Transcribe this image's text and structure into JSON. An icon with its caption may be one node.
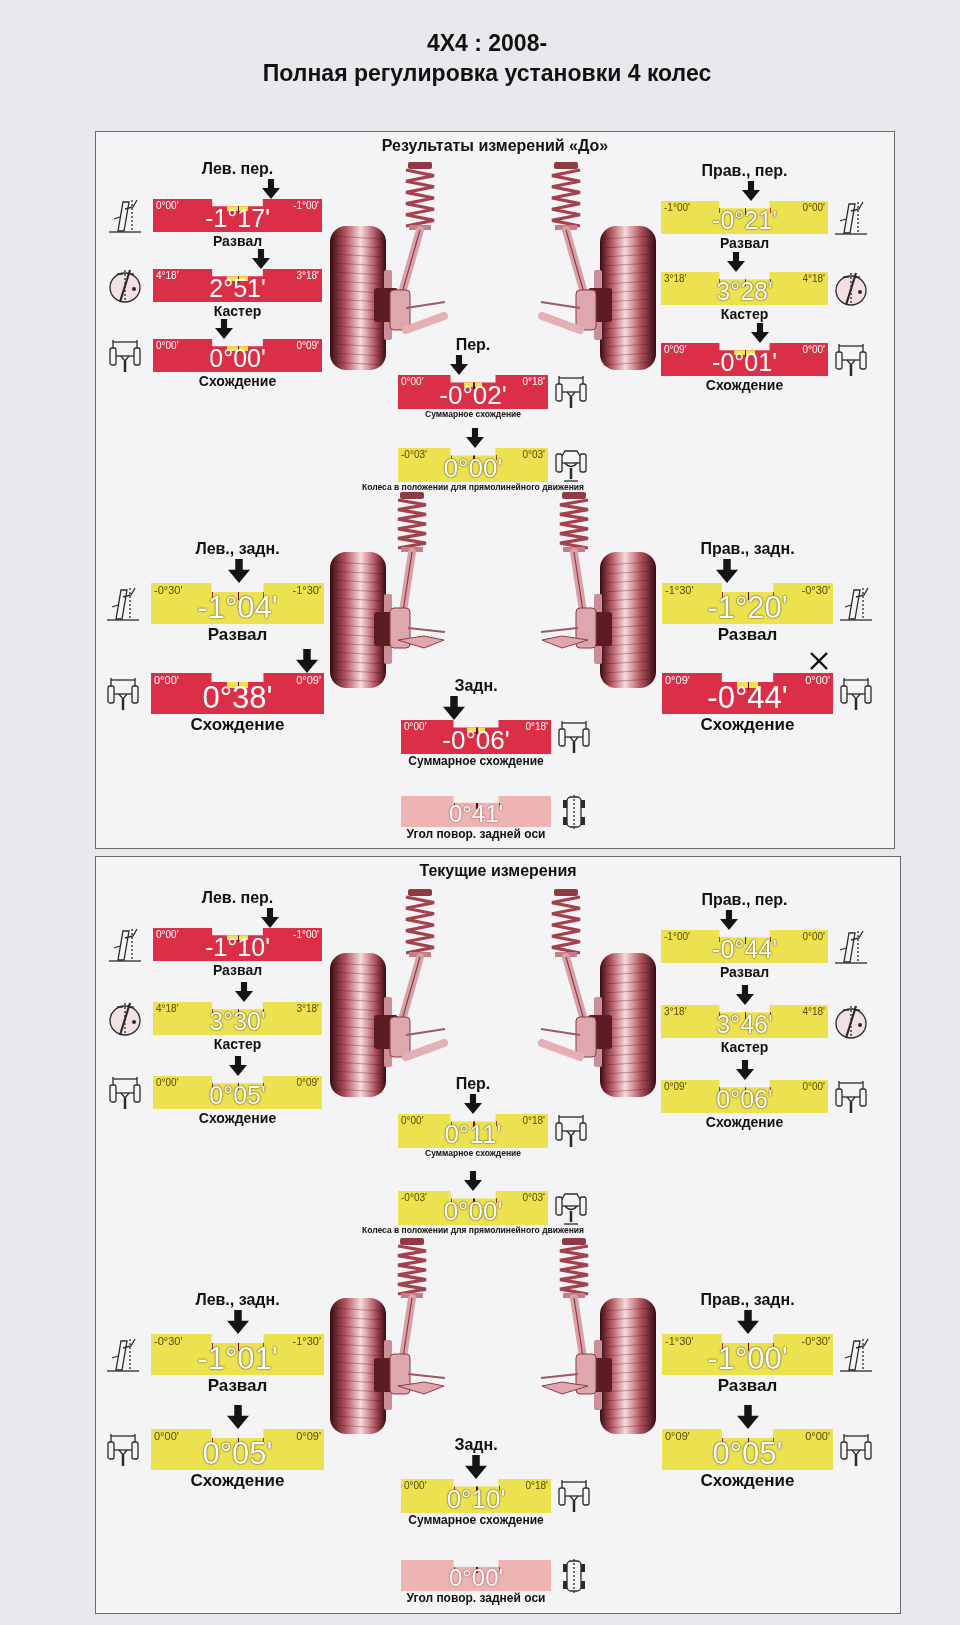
{
  "diagram": {
    "title": "Полная регулировка установки 4 колес",
    "nodes": [
      {
        "text": [
          "Результаты измерений «До»"
        ]
      },
      {
        "text": [
          "Лев. пер.",
          "0°00'",
          "-1°00'",
          "-1°17'",
          "Развал"
        ],
        "in": 0
      },
      {
        "text": [
          "Прав., пер.",
          "-1°00'",
          "0°00'",
          "-0°21'",
          "Развал"
        ],
        "in": 0
      },
      {
        "text": [
          "4°18'",
          "3°18'",
          "2°51'",
          "Кастер"
        ],
        "in": 0
      },
      {
        "text": [
          "3°18'",
          "4°18'",
          "3°28'",
          "Кастер"
        ],
        "in": 0
      },
      {
        "text": [
          "0°00'",
          "0°09'",
          "0°00'",
          "Схождение"
        ],
        "in": 0
      },
      {
        "text": [
          "0°09'",
          "0°00'",
          "-0°01'",
          "Схождение"
        ],
        "in": 0
      },
      {
        "text": [
          "Пер.",
          "0°00'",
          "0°18'",
          "-0°02'",
          "Суммарное схождение"
        ],
        "in": 0
      },
      {
        "text": [
          "-0°03'",
          "0°03'",
          "0°00'",
          "Колеса в положении для прямолинейного движения"
        ],
        "in": 0
      },
      {
        "text": [
          "Лев., задн.",
          "-0°30'",
          "-1°30'",
          "-1°04'",
          "Развал"
        ],
        "in": 0
      },
      {
        "text": [
          "Прав., задн.",
          "-1°30'",
          "-0°30'",
          "-1°20'",
          "Развал"
        ],
        "in": 0
      },
      {
        "text": [
          "0°00'",
          "0°09'",
          "0°38'",
          "Схождение"
        ],
        "in": 0
      },
      {
        "text": [
          "0°09'",
          "0°00'",
          "-0°44'",
          "Схождение"
        ],
        "in": 0
      },
      {
        "text": [
          "Задн.",
          "0°00'",
          "0°18'",
          "-0°06'",
          "Суммарное схождение"
        ],
        "in": 0
      },
      {
        "text": [
          "0°41'",
          "Угол повор. задней оси"
        ],
        "in": 0
      },
      {
        "text": [
          "Текущие измерения"
        ]
      },
      {
        "text": [
          "Лев. пер.",
          "0°00'",
          "-1°00'",
          "-1°10'",
          "Развал"
        ],
        "in": 15
      },
      {
        "text": [
          "Прав., пер.",
          "-1°00'",
          "0°00'",
          "-0°44'",
          "Развал"
        ],
        "in": 15
      },
      {
        "text": [
          "4°18'",
          "3°18'",
          "3°30'",
          "Кастер"
        ],
        "in": 15
      },
      {
        "text": [
          "3°18'",
          "4°18'",
          "3°46'",
          "Кастер"
        ],
        "in": 15
      },
      {
        "text": [
          "0°00'",
          "0°09'",
          "0°05'",
          "Схождение"
        ],
        "in": 15
      },
      {
        "text": [
          "0°09'",
          "0°00'",
          "0°06'",
          "Схождение"
        ],
        "in": 15
      },
      {
        "text": [
          "Пер.",
          "0°00'",
          "0°18'",
          "0°11'",
          "Суммарное схождение"
        ],
        "in": 15
      },
      {
        "text": [
          "-0°03'",
          "0°03'",
          "0°00'",
          "Колеса в положении для прямолинейного движения"
        ],
        "in": 15
      },
      {
        "text": [
          "Лев., задн.",
          "-0°30'",
          "-1°30'",
          "-1°01'",
          "Развал"
        ],
        "in": 15
      },
      {
        "text": [
          "Прав., задн.",
          "-1°30'",
          "-0°30'",
          "-1°00'",
          "Развал"
        ],
        "in": 15
      },
      {
        "text": [
          "0°00'",
          "0°09'",
          "0°05'",
          "Схождение"
        ],
        "in": 15
      },
      {
        "text": [
          "0°09'",
          "0°00'",
          "0°05'",
          "Схождение"
        ],
        "in": 15
      },
      {
        "text": [
          "Задн.",
          "0°00'",
          "0°18'",
          "0°10'",
          "Суммарное схождение"
        ],
        "in": 15
      },
      {
        "text": [
          "0°00'",
          "Угол повор. задней оси"
        ],
        "in": 15
      }
    ],
    "labels": [
      "4X4 : 2008-"
    ]
  }
}
